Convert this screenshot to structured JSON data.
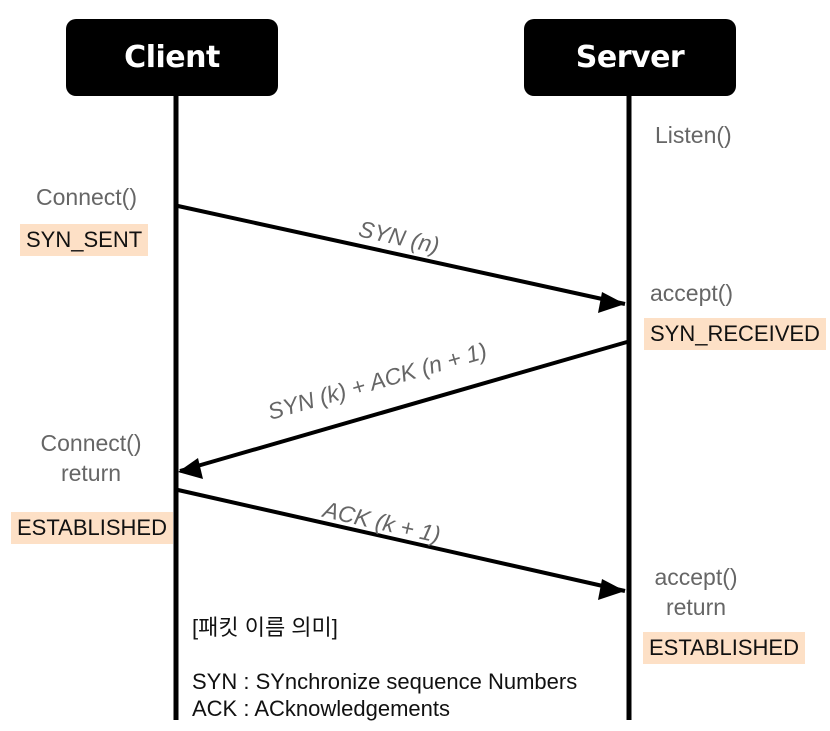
{
  "actors": {
    "client": "Client",
    "server": "Server"
  },
  "client": {
    "connect_call": "Connect()",
    "state_syn_sent": "SYN_SENT",
    "connect_return_line1": "Connect()",
    "connect_return_line2": "return",
    "state_established": "ESTABLISHED"
  },
  "server": {
    "listen_call": "Listen()",
    "accept_call": "accept()",
    "state_syn_received": "SYN_RECEIVED",
    "accept_return_line1": "accept()",
    "accept_return_line2": "return",
    "state_established": "ESTABLISHED"
  },
  "messages": {
    "syn": "SYN (n)",
    "syn_ack": "SYN (k) + ACK (n + 1)",
    "ack": "ACK (k + 1)"
  },
  "legend": {
    "title": "[패킷 이름 의미]",
    "syn_def": "SYN : SYnchronize sequence Numbers",
    "ack_def": "ACK : ACknowledgements"
  },
  "colors": {
    "state_highlight": "#fde0c6",
    "line": "#000000",
    "muted_text": "#666666"
  }
}
